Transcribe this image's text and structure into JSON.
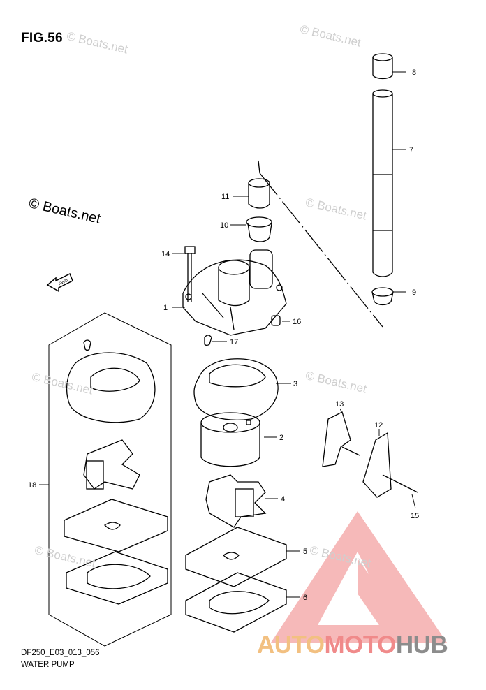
{
  "figure": {
    "title": "FIG.56",
    "copyright": "© Boats.net",
    "code": "DF250_E03_013_056",
    "name": "WATER PUMP"
  },
  "watermark": {
    "text": "© Boats.net"
  },
  "brand": {
    "part1": "AUTO",
    "part2": "MOTO",
    "part3": "HUB"
  },
  "callouts": [
    "1",
    "2",
    "3",
    "4",
    "5",
    "6",
    "7",
    "8",
    "9",
    "10",
    "11",
    "12",
    "13",
    "14",
    "15",
    "16",
    "17",
    "18"
  ],
  "colors": {
    "brand_auto": "#f2c081",
    "brand_moto": "#f08a8a",
    "brand_hub": "#8c8c8c",
    "logo_triangle": "#f4a8a8"
  },
  "icons": {
    "fwd": "forward-arrow-icon"
  }
}
